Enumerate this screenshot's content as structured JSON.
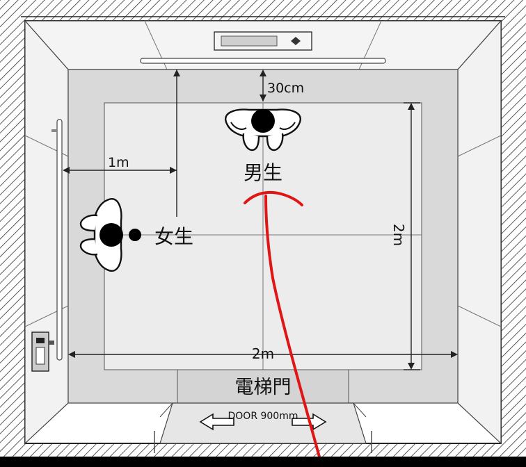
{
  "labels": {
    "ceiling_gap": "30cm",
    "side_distance": "1m",
    "male": "男生",
    "female": "女生",
    "depth": "2m",
    "width": "2m",
    "door_title": "電梯門",
    "door_caption": "DOOR 900mm"
  },
  "icons": {
    "male_person": "person-top-view-icon",
    "female_person": "person-top-view-icon",
    "door_arrows": "double-arrow-icon",
    "ceiling_light": "ceiling-light-icon",
    "control_panel": "elevator-panel-icon"
  },
  "colors": {
    "annotation": "#e01515",
    "floor": "#ececec",
    "wall": "#d8d8d8",
    "side_wall": "#f3f3f3",
    "line": "#333333",
    "frame": "#000000"
  }
}
